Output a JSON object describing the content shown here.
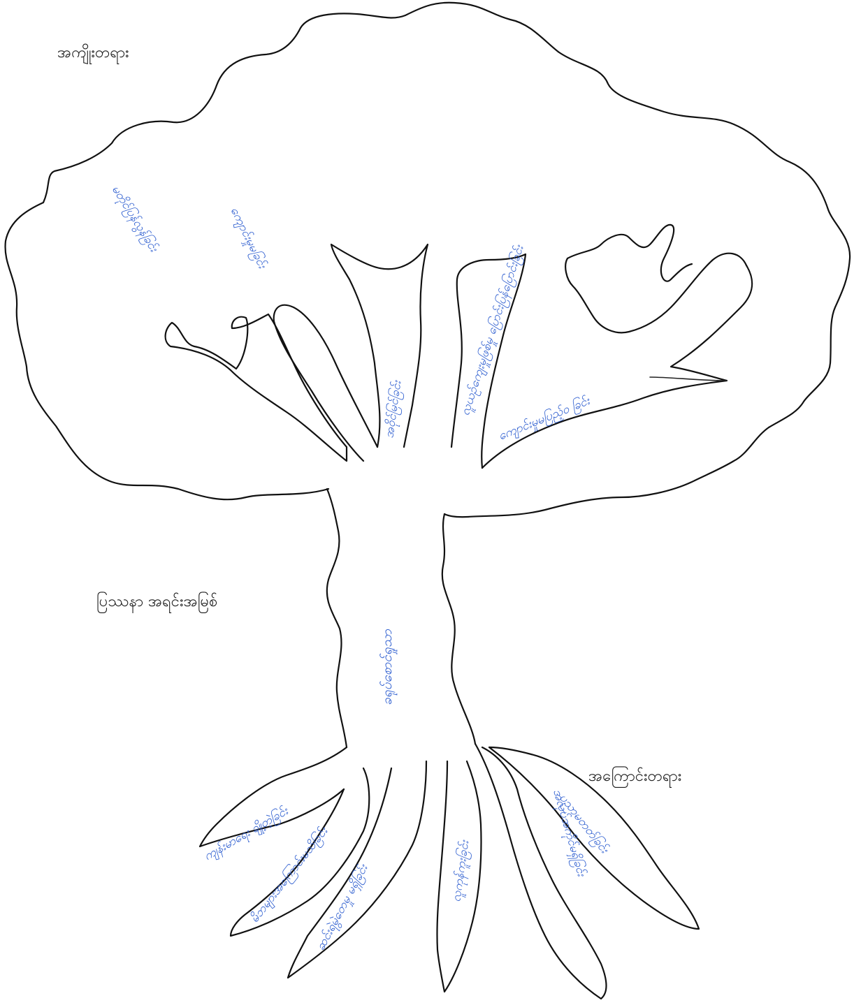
{
  "labels": {
    "effects": "အကျိုးတရား",
    "core_problem": "ပြဿနာ အရင်းအမြစ်",
    "causes": "အကြောင်းတရား"
  },
  "trunk": {
    "text": "ခရုပ်စောင်ရှုသာ"
  },
  "branches": [
    "မတိုင်ပြန်လွန်ခြင်း",
    "ကျောင်းမှုမခြင်း",
    "အဝိုင်မြင်ခြင်း",
    "လူယဉ်ကျေးမှုဖြစ်မှု ပြောင်းပြန်ပြောင်းခြင်း",
    "ကျောင်းမှုမပြည့်ဝ ခြင်း"
  ],
  "roots": [
    "ကျန်းမာရေး ချို့တဲ့ခြင်း",
    "မိဘများအကြောင်းမသိခြင်း",
    "ဆင်းရဲမွဲတေမှု မရှိခြင်း",
    "လူကုန်ကူးခြင်း",
    "အလုပ်အကိုင်မရှိခြင်း",
    "ပညာမတတ်ခြင်း"
  ],
  "colors": {
    "outline": "#111111",
    "handwriting": "#2f5fd0",
    "background": "#ffffff"
  }
}
